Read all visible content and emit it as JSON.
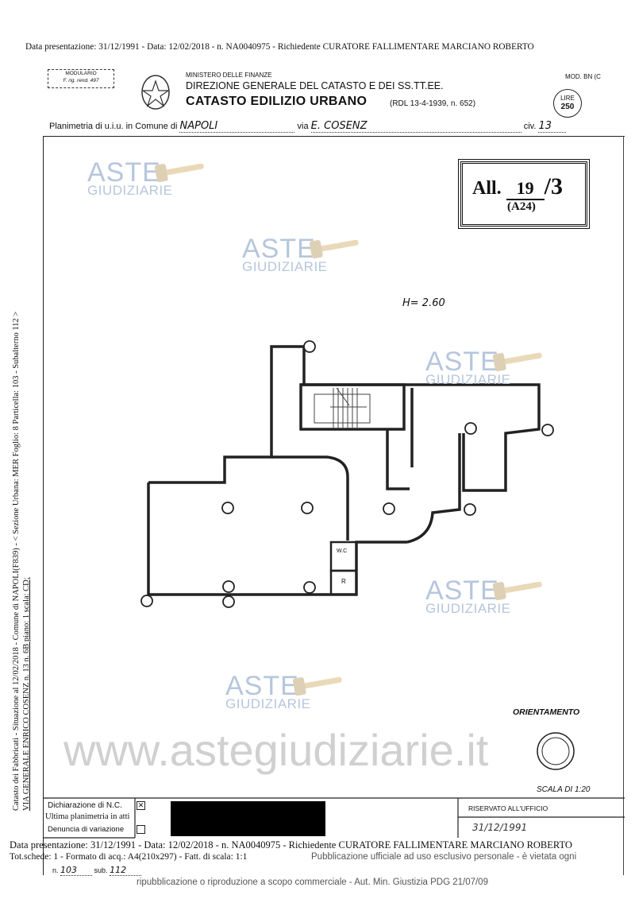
{
  "top_line": "Data presentazione: 31/12/1991 - Data: 12/02/2018 - n. NA0040975 - Richiedente CURATORE FALLIMENTARE MARCIANO ROBERTO",
  "header": {
    "modulario_1": "MODULARIO",
    "modulario_2": "F. rig. rend. 497",
    "ministry": "MINISTERO DELLE FINANZE",
    "direction": "DIREZIONE GENERALE DEL CATASTO E DEI SS.TT.EE.",
    "title": "CATASTO EDILIZIO URBANO",
    "law": "(RDL 13-4-1939, n. 652)",
    "mod": "MOD. BN (C",
    "stamp_label": "LIRE",
    "stamp_value": "250",
    "planimetria_label": "Planimetria di u.i.u. in Comune di",
    "comune": "NAPOLI",
    "via_label": "via",
    "via": "E. COSENZ",
    "civ_label": "civ.",
    "civ": "13"
  },
  "side_text_1": "Catasto dei Fabbricati - Situazione al 12/02/2018 - Comune di NAPOLI(F839) - < Sezione Urbana: MER Foglio: 8 Particella: 103 - Subalterno 112 >",
  "side_text_2": "VIA GENERALE ENRICO COSENZ n. 13 n. 6B piano: 1 scala: CD;",
  "allegato": {
    "prefix": "All.",
    "number": "19",
    "suffix": "/3",
    "code": "(A24)"
  },
  "plan": {
    "height_note": "H= 2.60",
    "wc_label": "W.C",
    "r_label": "R"
  },
  "orientamento": "ORIENTAMENTO",
  "scala": "SCALA DI 1:20",
  "footer": {
    "dichiarazione": "Dichiarazione di N.C.",
    "ultima": "Ultima planimetria in atti",
    "denuncia": "Denuncia di variazione",
    "riservato": "RISERVATO ALL'UFFICIO",
    "repeat_line": "Data presentazione: 31/12/1991 - Data: 12/02/2018 - n. NA0040975 - Richiedente CURATORE FALLIMENTARE MARCIANO ROBERTO",
    "tot_line": "Tot.schede: 1 - Formato di acq.: A4(210x297) - Fatt. di scala: 1:1",
    "n_label": "n.",
    "n_value": "103",
    "sub_label": "sub.",
    "sub_value": "112",
    "office_date": "31/12/1991",
    "notice_1": "Pubblicazione ufficiale ad uso esclusivo personale - è vietata ogni",
    "notice_2": "ripubblicazione o riproduzione a scopo commerciale - Aut. Min. Giustizia PDG 21/07/09"
  },
  "watermark": {
    "aste": "ASTE",
    "giudiziarie": "GIUDIZIARIE",
    "url": "www.astegiudiziarie.it"
  }
}
